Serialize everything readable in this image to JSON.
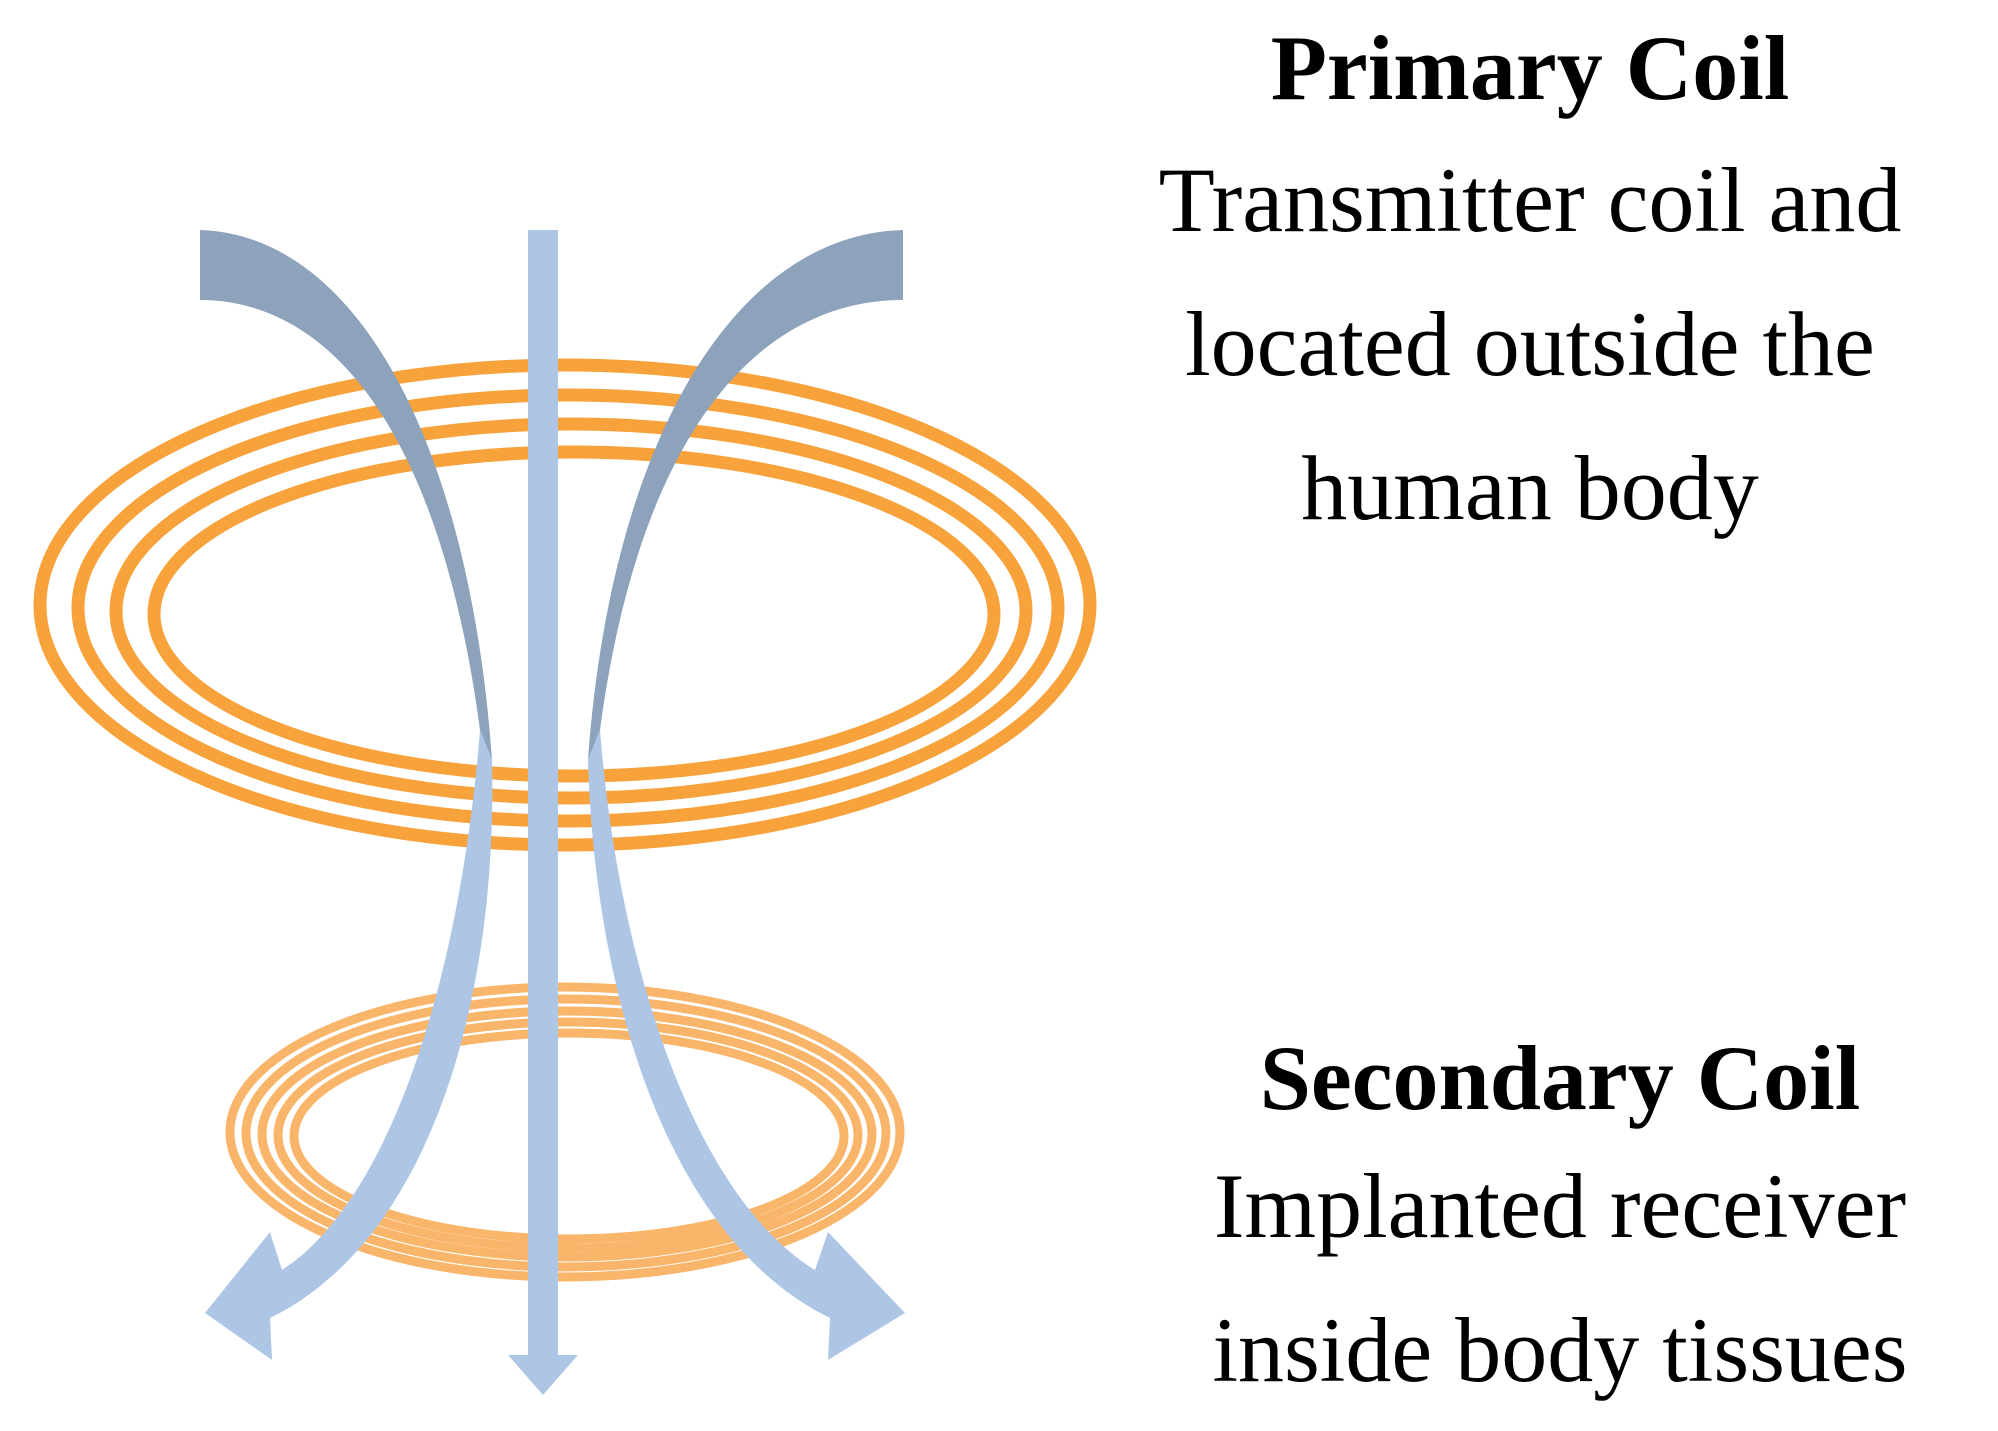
{
  "primary_coil": {
    "title": "Primary Coil",
    "lines": [
      "Transmitter coil and",
      "located outside the",
      "human body"
    ]
  },
  "secondary_coil": {
    "title": "Secondary Coil",
    "lines": [
      "Implanted receiver",
      "inside body tissues"
    ]
  },
  "colors": {
    "coil": "#f7a23b",
    "coil_light": "#f9b56a",
    "flux_dark": "#8da2bb",
    "flux_light": "#aec6e6",
    "text": "#000000"
  }
}
